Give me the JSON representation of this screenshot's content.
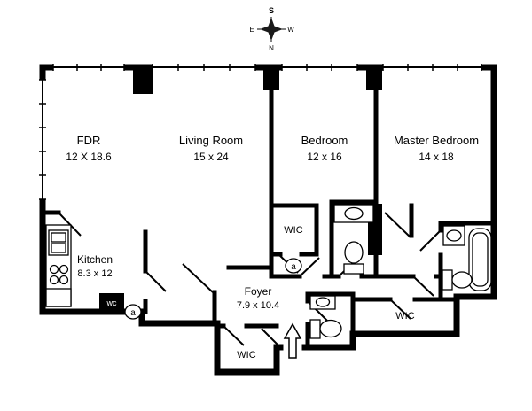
{
  "compass": {
    "top": "S",
    "left": "E",
    "right": "W",
    "bottom": "N"
  },
  "rooms": {
    "fdr": {
      "name": "FDR",
      "dims": "12 X 18.6"
    },
    "living_room": {
      "name": "Living Room",
      "dims": "15 x 24"
    },
    "bedroom": {
      "name": "Bedroom",
      "dims": "12 x 16"
    },
    "master_bedroom": {
      "name": "Master Bedroom",
      "dims": "14 x 18"
    },
    "kitchen": {
      "name": "Kitchen",
      "dims": "8.3 x 12"
    },
    "foyer": {
      "name": "Foyer",
      "dims": "7.9 x 10.4"
    }
  },
  "closets": {
    "bedroom_wic": "WIC",
    "master_wic": "WIC",
    "foyer_wic": "WIC",
    "wc": "wc"
  },
  "door_marks": {
    "kitchen": "a",
    "bedroom": "a"
  },
  "colors": {
    "wall": "#000000",
    "background": "#ffffff"
  }
}
